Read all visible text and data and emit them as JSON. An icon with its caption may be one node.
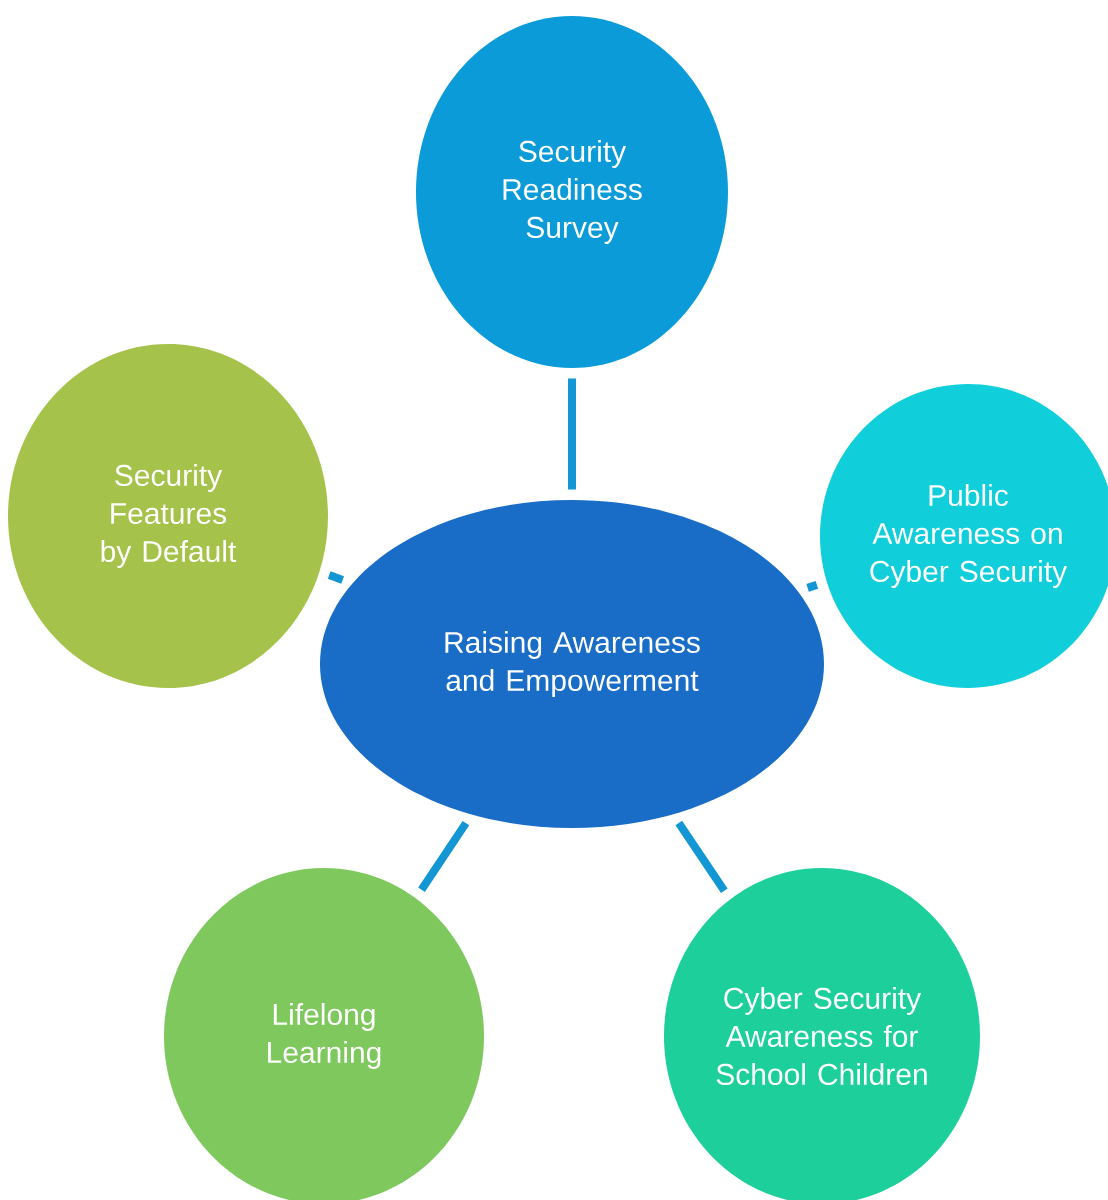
{
  "diagram": {
    "nodes": [
      {
        "text": [
          "Raising Awareness and Empowerment"
        ]
      },
      {
        "text": [
          "Security Readiness Survey"
        ]
      },
      {
        "text": [
          "Public Awareness on Cyber Security"
        ]
      },
      {
        "text": [
          "Security Features by Default"
        ]
      },
      {
        "text": [
          "Lifelong Learning"
        ]
      },
      {
        "text": [
          "Cyber Security Awareness for School Children"
        ]
      }
    ],
    "edges": [
      {
        "from": 0,
        "to": 1,
        "arrow": "none"
      },
      {
        "from": 0,
        "to": 2,
        "arrow": "none"
      },
      {
        "from": 0,
        "to": 3,
        "arrow": "none"
      },
      {
        "from": 0,
        "to": 4,
        "arrow": "none"
      },
      {
        "from": 0,
        "to": 5,
        "arrow": "none"
      }
    ]
  }
}
